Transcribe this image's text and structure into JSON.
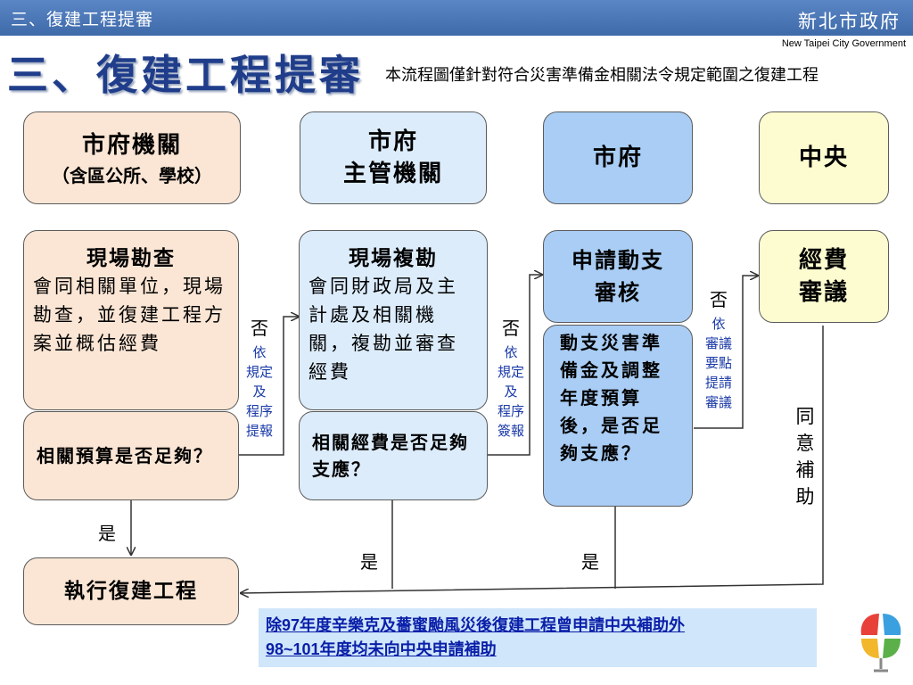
{
  "header": {
    "breadcrumb": "三、復建工程提審",
    "org_name": "新北市政府",
    "org_name_en": "New Taipei City Government",
    "title": "三、復建工程提審",
    "subtitle": "本流程圖僅針對符合災害準備金相關法令規定範圍之復建工程"
  },
  "columns": {
    "city_agency": {
      "title": "市府機關",
      "subtitle": "（含區公所、學校）"
    },
    "city_competent": {
      "line1": "市府",
      "line2": "主管機關"
    },
    "city_gov": {
      "title": "市府"
    },
    "central": {
      "title": "中央"
    }
  },
  "steps": {
    "site_survey": {
      "title": "現場勘查",
      "body": "會同相關單位，現場勘查，並復建工程方案並概估經費"
    },
    "budget_question": "相關預算是否足夠？",
    "resurvey": {
      "title": "現場複勘",
      "body": "會同財政局及主計處及相關機關，複勘並審查經費"
    },
    "funding_question": "相關經費是否足夠支應？",
    "apply": {
      "line1": "申請動支",
      "line2": "審核"
    },
    "reserve_question": "動支災害準備金及調整年度預算後，是否足夠支應？",
    "review": {
      "line1": "經費",
      "line2": "審議"
    },
    "execute": "執行復建工程"
  },
  "edge_labels": {
    "no_1": "否",
    "note_1": [
      "依",
      "規定",
      "及",
      "程序",
      "提報"
    ],
    "no_2": "否",
    "note_2": [
      "依",
      "規定",
      "及",
      "程序",
      "簽報"
    ],
    "no_3": "否",
    "note_3": [
      "依",
      "審議",
      "要點",
      "提請",
      "審議"
    ],
    "yes_1": "是",
    "yes_2": "是",
    "yes_3": "是",
    "approve": [
      "同",
      "意",
      "補",
      "助"
    ]
  },
  "info": {
    "line1": "除97年度辛樂克及薔蜜颱風災後復建工程曾申請中央補助外",
    "line2": "98~101年度均未向中央申請補助"
  },
  "colors": {
    "topbar": "#4a76b8",
    "title": "#1f3d8a",
    "peach": "#fbe6d5",
    "light_blue": "#dcecfb",
    "mid_blue": "#a9cdf4",
    "cream": "#fdfbd0",
    "note_blue": "#1a3aa8",
    "info_bg": "#cfe6fb"
  },
  "logo": {
    "icon": "new-taipei-city-logo-icon"
  }
}
